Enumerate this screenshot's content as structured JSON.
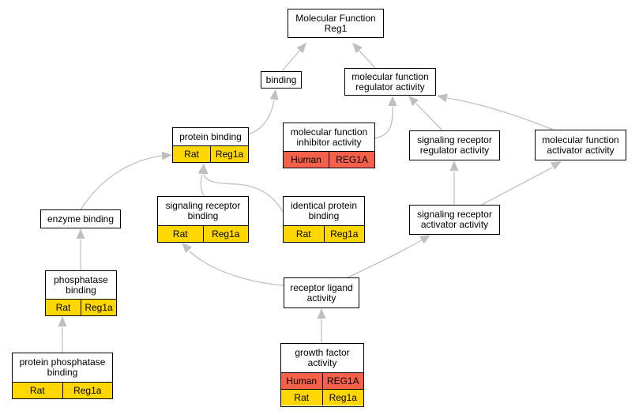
{
  "colors": {
    "rat": "#FFD700",
    "human": "#F4604A",
    "edge": "#c0c0c0",
    "border": "#000000"
  },
  "nodes": {
    "root": {
      "label": "Molecular Function\nReg1"
    },
    "binding": {
      "label": "binding"
    },
    "mf_regulator": {
      "label": "molecular function\nregulator activity"
    },
    "protein_binding": {
      "label": "protein binding",
      "rows": [
        {
          "species": "Rat",
          "gene": "Reg1a"
        }
      ]
    },
    "mf_inhibitor": {
      "label": "molecular function\ninhibitor activity",
      "rows": [
        {
          "species": "Human",
          "gene": "REG1A"
        }
      ]
    },
    "sig_reg": {
      "label": "signaling receptor\nregulator activity"
    },
    "mf_activator": {
      "label": "molecular function\nactivator activity"
    },
    "enzyme_binding": {
      "label": "enzyme binding"
    },
    "sig_rec_binding": {
      "label": "signaling receptor\nbinding",
      "rows": [
        {
          "species": "Rat",
          "gene": "Reg1a"
        }
      ]
    },
    "identical_binding": {
      "label": "identical protein\nbinding",
      "rows": [
        {
          "species": "Rat",
          "gene": "Reg1a"
        }
      ]
    },
    "sig_activator": {
      "label": "signaling receptor\nactivator activity"
    },
    "phosphatase_binding": {
      "label": "phosphatase\nbinding",
      "rows": [
        {
          "species": "Rat",
          "gene": "Reg1a"
        }
      ]
    },
    "receptor_ligand": {
      "label": "receptor ligand\nactivity"
    },
    "protein_phosphatase_binding": {
      "label": "protein phosphatase\nbinding",
      "rows": [
        {
          "species": "Rat",
          "gene": "Reg1a"
        }
      ]
    },
    "growth_factor": {
      "label": "growth factor\nactivity",
      "rows": [
        {
          "species": "Human",
          "gene": "REG1A"
        },
        {
          "species": "Rat",
          "gene": "Reg1a"
        }
      ]
    }
  }
}
